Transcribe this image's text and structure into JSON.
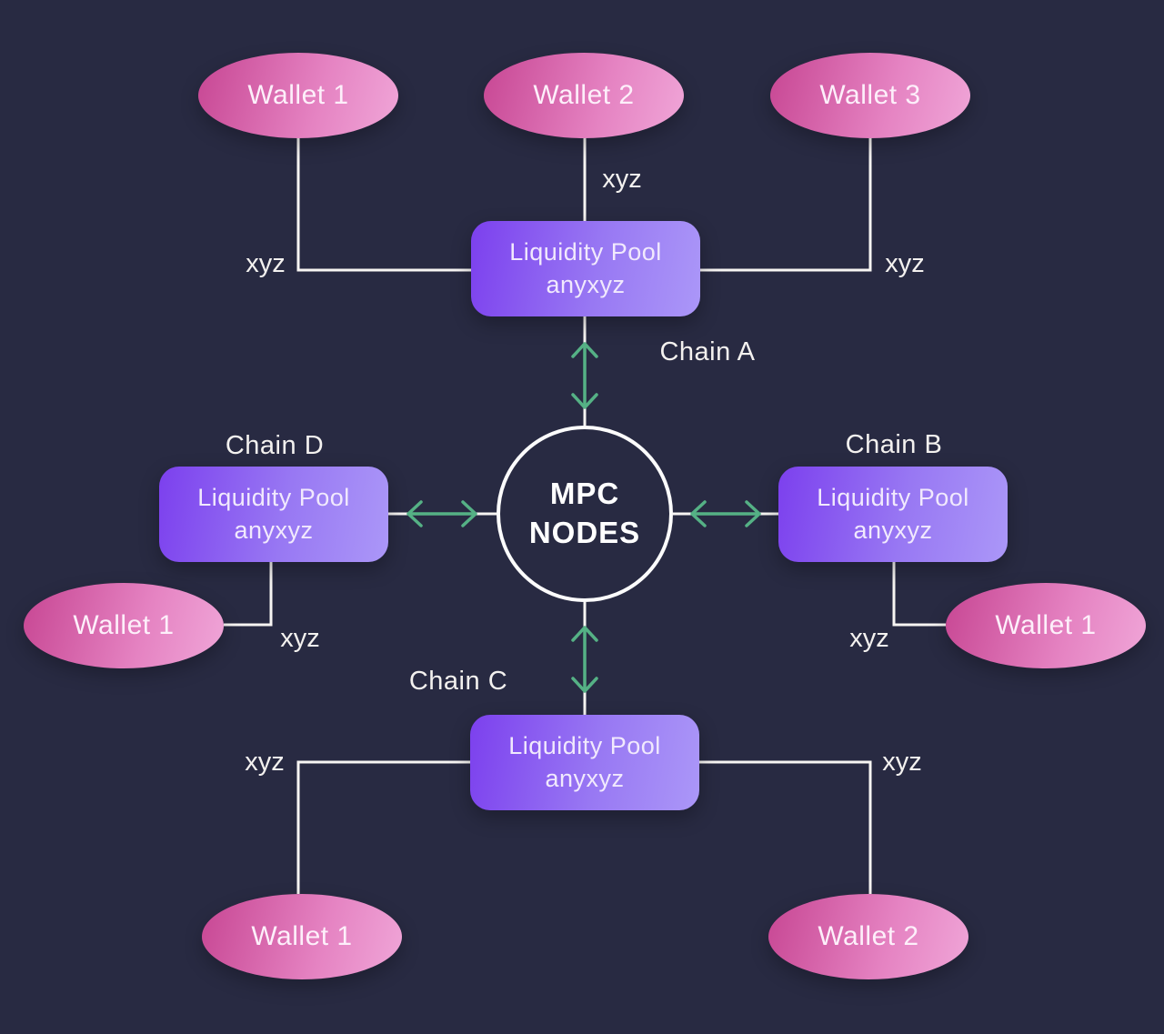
{
  "diagram": {
    "center": {
      "line1": "MPC",
      "line2": "NODES"
    },
    "pools": {
      "a": {
        "line1": "Liquidity Pool",
        "line2": "anyxyz"
      },
      "b": {
        "line1": "Liquidity Pool",
        "line2": "anyxyz"
      },
      "c": {
        "line1": "Liquidity Pool",
        "line2": "anyxyz"
      },
      "d": {
        "line1": "Liquidity Pool",
        "line2": "anyxyz"
      }
    },
    "chains": {
      "a": "Chain A",
      "b": "Chain B",
      "c": "Chain C",
      "d": "Chain D"
    },
    "wallets": {
      "top_1": "Wallet 1",
      "top_2": "Wallet 2",
      "top_3": "Wallet 3",
      "left_1": "Wallet 1",
      "right_1": "Wallet 1",
      "bottom_1": "Wallet 1",
      "bottom_2": "Wallet 2"
    },
    "edge_labels": {
      "top_left": "xyz",
      "top_center": "xyz",
      "top_right": "xyz",
      "mid_left": "xyz",
      "mid_right": "xyz",
      "bottom_left": "xyz",
      "bottom_right": "xyz"
    },
    "colors": {
      "background": "#282a42",
      "pool_gradient_start": "#7c40ee",
      "pool_gradient_end": "#ab97f8",
      "wallet_gradient_start": "#c74693",
      "wallet_gradient_end": "#f0a6d8",
      "arrow_green": "#55b185",
      "connector_line": "#f7f5f3",
      "text": "#f3f1ef"
    }
  }
}
